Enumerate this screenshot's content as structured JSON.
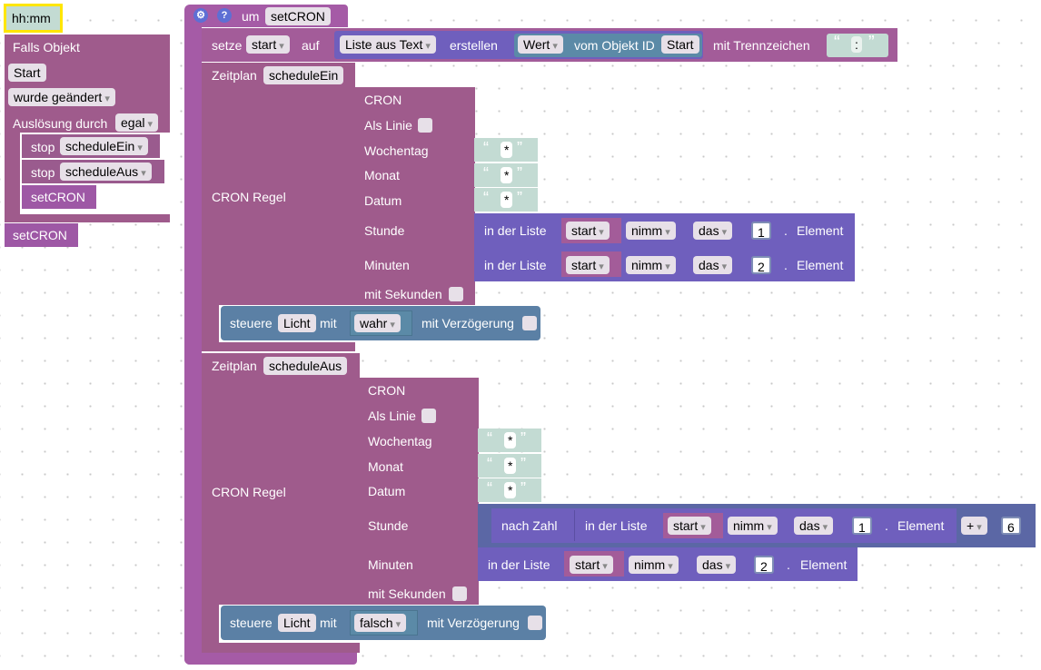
{
  "left_panel": {
    "hhmm_block": "hh:mm",
    "trigger": {
      "falls_objekt": "Falls Objekt",
      "object_value": "Start",
      "condition": "wurde geändert",
      "ausloesung_label": "Auslösung durch",
      "ausloesung_value": "egal"
    },
    "stop1_label": "stop",
    "stop1_value": "scheduleEin",
    "stop2_label": "stop",
    "stop2_value": "scheduleAus",
    "call_inner": "setCRON",
    "call_outer": "setCRON"
  },
  "function": {
    "um_label": "um",
    "name": "setCRON",
    "gear_icon": "gear-icon",
    "help_icon": "help-icon",
    "help_glyph": "?"
  },
  "setze": {
    "setze": "setze",
    "var": "start",
    "auf": "auf",
    "liste_aus_text": "Liste aus Text",
    "erstellen": "erstellen",
    "wert": "Wert",
    "vom_objekt_id": "vom Objekt ID",
    "object": "Start",
    "mit_trennzeichen": "mit Trennzeichen",
    "separator": ":",
    "open_quote": "“",
    "close_quote": "”"
  },
  "schedule1": {
    "zeitplan": "Zeitplan",
    "name": "scheduleEin",
    "cron_regel": "CRON Regel",
    "cron": "CRON",
    "als_linie": "Als Linie",
    "wochentag": "Wochentag",
    "monat": "Monat",
    "datum": "Datum",
    "star": "*",
    "stunde": "Stunde",
    "minuten": "Minuten",
    "mit_sekunden": "mit Sekunden",
    "in_der_liste": "in der Liste",
    "list_var": "start",
    "nimm": "nimm",
    "das": "das",
    "element": "Element",
    "dot": ".",
    "index_stunde": "1",
    "index_minuten": "2",
    "steuere": "steuere",
    "licht": "Licht",
    "mit": "mit",
    "wahr": "wahr",
    "mit_verzoegerung": "mit Verzögerung"
  },
  "schedule2": {
    "zeitplan": "Zeitplan",
    "name": "scheduleAus",
    "cron_regel": "CRON Regel",
    "cron": "CRON",
    "als_linie": "Als Linie",
    "wochentag": "Wochentag",
    "monat": "Monat",
    "datum": "Datum",
    "star": "*",
    "stunde": "Stunde",
    "minuten": "Minuten",
    "mit_sekunden": "mit Sekunden",
    "nach_zahl": "nach Zahl",
    "in_der_liste": "in der Liste",
    "list_var": "start",
    "nimm": "nimm",
    "das": "das",
    "element": "Element",
    "dot": ".",
    "index_stunde": "1",
    "index_minuten": "2",
    "plus": "+",
    "add_value": "6",
    "steuere": "steuere",
    "licht": "Licht",
    "mit": "mit",
    "falsch": "falsch",
    "mit_verzoegerung": "mit Verzögerung"
  }
}
